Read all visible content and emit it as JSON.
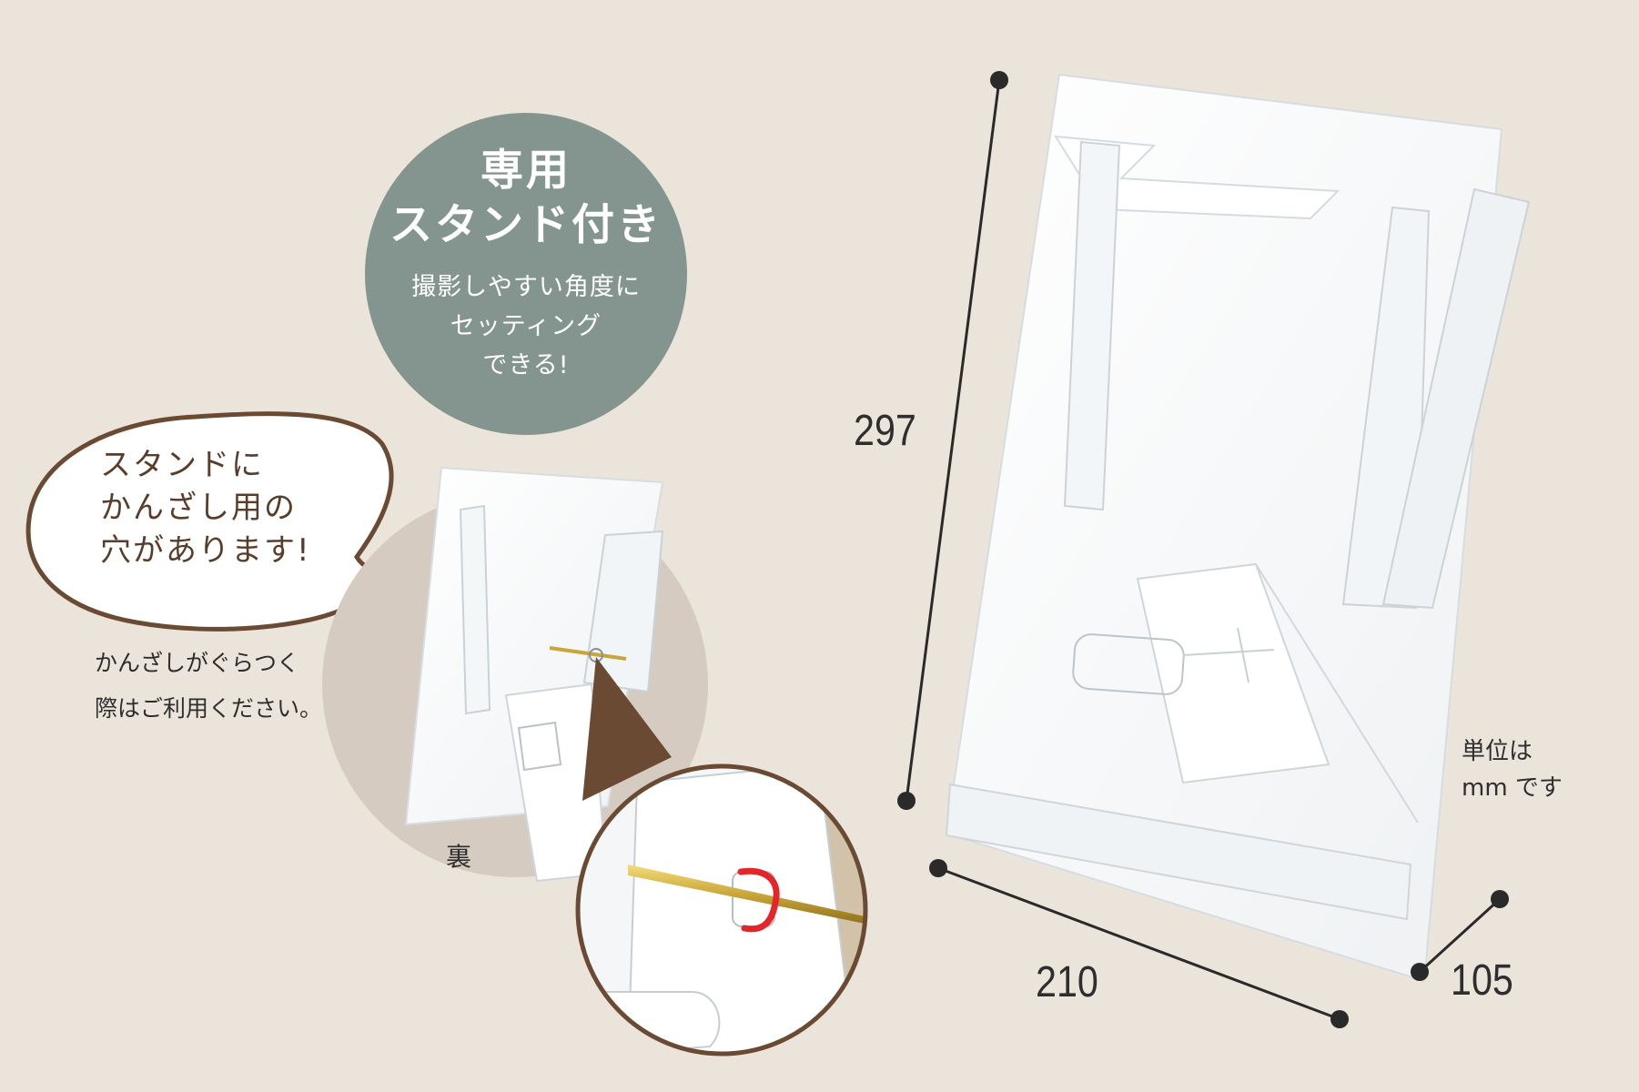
{
  "badge": {
    "title_line1": "専用",
    "title_line2": "スタンド付き",
    "sub_line1": "撮影しやすい角度に",
    "sub_line2": "セッティング",
    "sub_line3": "できる!"
  },
  "speech_bubble": {
    "line1": "スタンドに",
    "line2": "かんざし用の",
    "line3": "穴があります!"
  },
  "note": {
    "line1": "かんざしがぐらつく",
    "line2": "際はご利用ください。"
  },
  "back_label": "裏",
  "dimensions": {
    "height": "297",
    "width": "210",
    "depth": "105",
    "unit_line1": "単位は",
    "unit_line2": "mm です"
  },
  "colors": {
    "background": "#ebe4da",
    "badge": "#84958f",
    "bubble_outline": "#6b4a33",
    "dimension_line": "#2a2a2a",
    "highlight": "#e4262a",
    "hairpin": "#c9a63a"
  }
}
